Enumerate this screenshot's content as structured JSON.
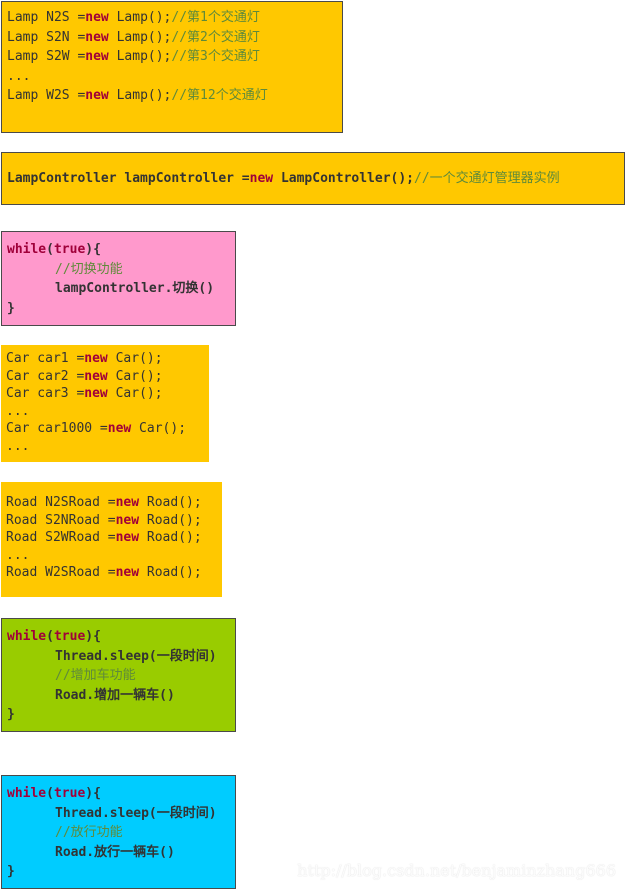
{
  "colors": {
    "orange": "#ffc800",
    "pink": "#ff99cc",
    "green": "#99cc00",
    "cyan": "#00ccff",
    "keyword": "#a0003a",
    "comment": "#5f8a3a",
    "text": "#333333"
  },
  "lamps": {
    "l1": {
      "code": "Lamp N2S =",
      "kw": "new",
      "tail": " Lamp();",
      "comment": "//第1个交通灯"
    },
    "l2": {
      "code": "Lamp S2N =",
      "kw": "new",
      "tail": " Lamp();",
      "comment": "//第2个交通灯"
    },
    "l3": {
      "code": "Lamp S2W =",
      "kw": "new",
      "tail": " Lamp();",
      "comment": "//第3个交通灯"
    },
    "l4": {
      "code": "..."
    },
    "l5": {
      "code": "Lamp W2S =",
      "kw": "new",
      "tail": " Lamp();",
      "comment": "//第12个交通灯"
    }
  },
  "controller": {
    "code": "LampController lampController =",
    "kw": "new",
    "tail": " LampController();",
    "comment": "//一个交通灯管理器实例"
  },
  "switch_loop": {
    "l1": {
      "kw1": "while",
      "p1": "(",
      "kw2": "true",
      "p2": "){"
    },
    "l2": {
      "comment": "//切换功能"
    },
    "l3": {
      "code": "lampController.切换()"
    },
    "l4": {
      "code": "}"
    }
  },
  "cars": {
    "l1": {
      "code": "Car car1 =",
      "kw": "new",
      "tail": " Car();"
    },
    "l2": {
      "code": "Car car2 =",
      "kw": "new",
      "tail": " Car();"
    },
    "l3": {
      "code": "Car car3 =",
      "kw": "new",
      "tail": " Car();"
    },
    "l4": {
      "code": "..."
    },
    "l5": {
      "code": "Car car1000 =",
      "kw": "new",
      "tail": " Car();"
    },
    "l6": {
      "code": "..."
    }
  },
  "roads": {
    "l1": {
      "code": "Road N2SRoad =",
      "kw": "new",
      "tail": " Road();"
    },
    "l2": {
      "code": "Road S2NRoad =",
      "kw": "new",
      "tail": " Road();"
    },
    "l3": {
      "code": "Road S2WRoad =",
      "kw": "new",
      "tail": " Road();"
    },
    "l4": {
      "code": "..."
    },
    "l5": {
      "code": "Road W2SRoad =",
      "kw": "new",
      "tail": " Road();"
    }
  },
  "add_loop": {
    "l1": {
      "kw1": "while",
      "p1": "(",
      "kw2": "true",
      "p2": "){"
    },
    "l2": {
      "code": "Thread.sleep(一段时间)"
    },
    "l3": {
      "comment": "//增加车功能"
    },
    "l4": {
      "code": "Road.增加一辆车()"
    },
    "l5": {
      "code": "}"
    }
  },
  "release_loop": {
    "l1": {
      "kw1": "while",
      "p1": "(",
      "kw2": "true",
      "p2": "){"
    },
    "l2": {
      "code": "Thread.sleep(一段时间)"
    },
    "l3": {
      "comment": "//放行功能"
    },
    "l4": {
      "code": "Road.放行一辆车()"
    },
    "l5": {
      "code": "}"
    }
  },
  "watermark": "http://blog.csdn.net/benjaminzhang666"
}
